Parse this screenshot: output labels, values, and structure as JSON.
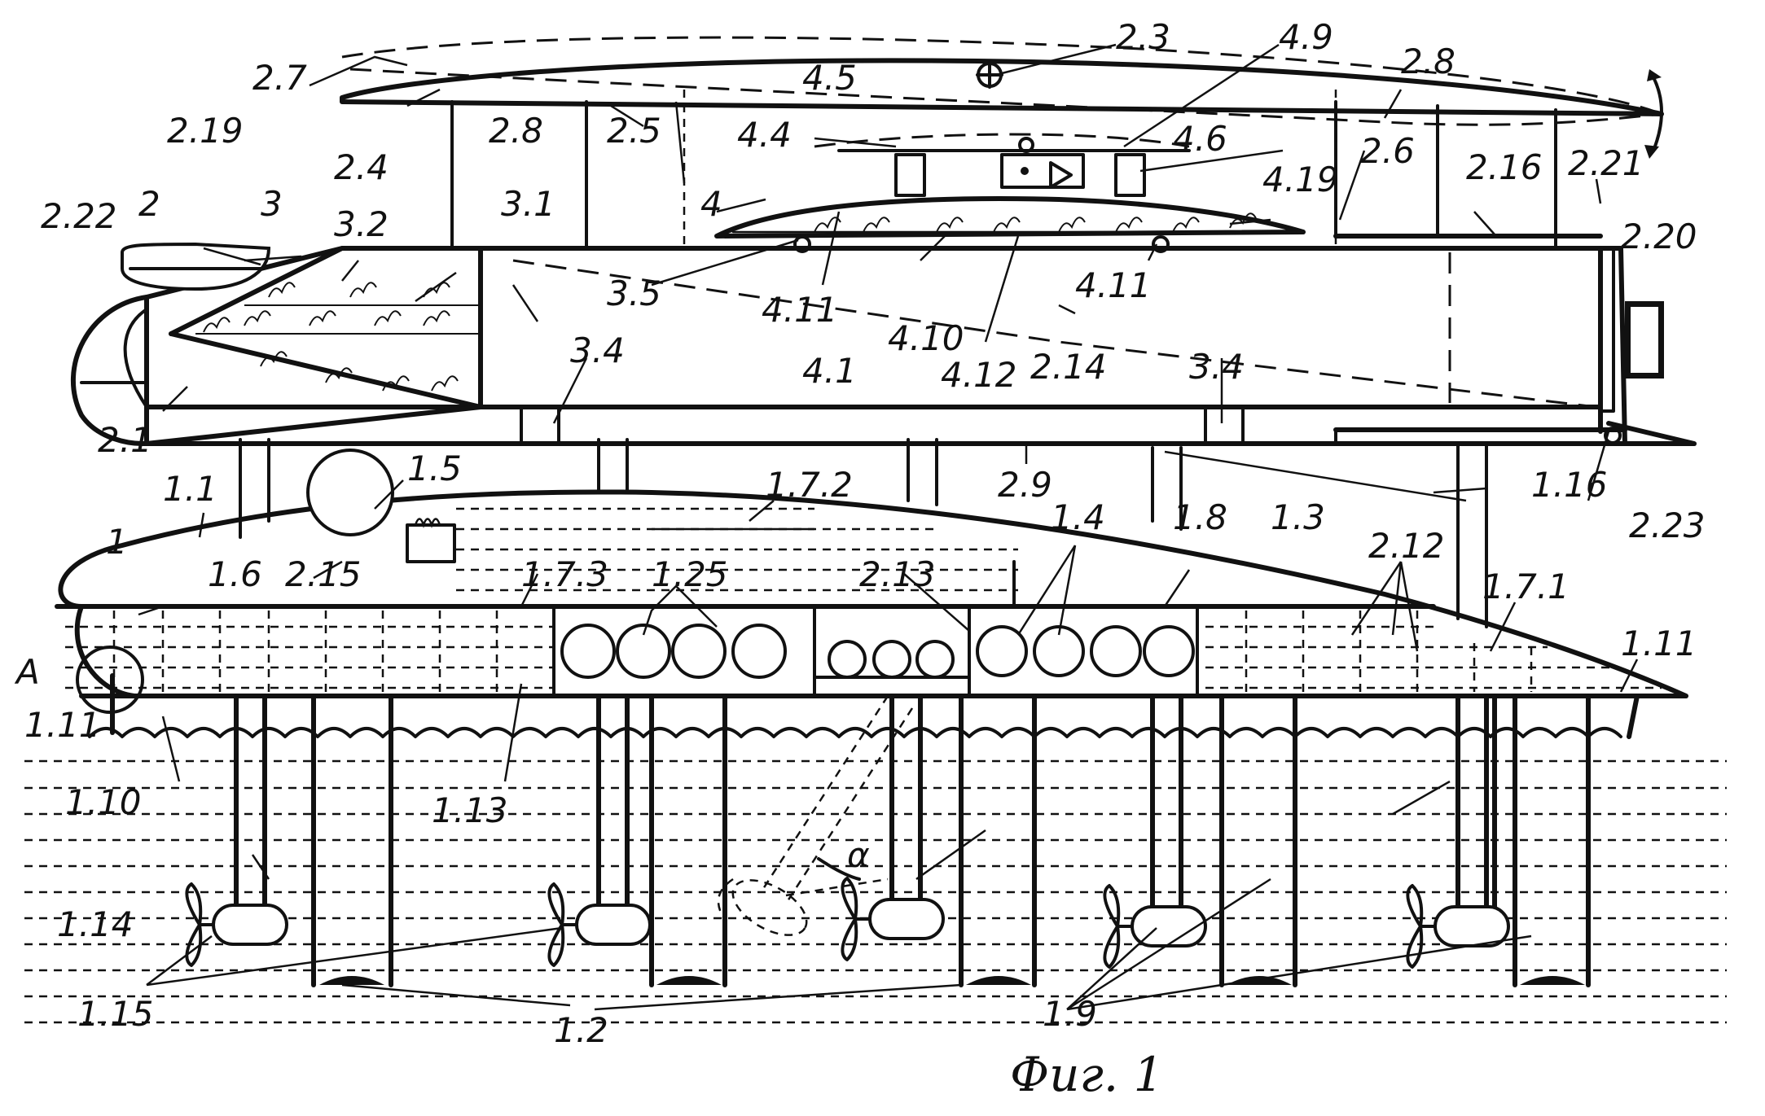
{
  "figure": {
    "caption": "Фиг. 1",
    "labels": [
      {
        "id": "l_2_3",
        "text": "2.3"
      },
      {
        "id": "l_4_9",
        "text": "4.9"
      },
      {
        "id": "l_2_8a",
        "text": "2.8"
      },
      {
        "id": "l_2_7",
        "text": "2.7"
      },
      {
        "id": "l_4_5",
        "text": "4.5"
      },
      {
        "id": "l_2_19",
        "text": "2.19"
      },
      {
        "id": "l_2_4",
        "text": "2.4"
      },
      {
        "id": "l_2_8b",
        "text": "2.8"
      },
      {
        "id": "l_2_5",
        "text": "2.5"
      },
      {
        "id": "l_4_4",
        "text": "4.4"
      },
      {
        "id": "l_4_6",
        "text": "4.6"
      },
      {
        "id": "l_2_6",
        "text": "2.6"
      },
      {
        "id": "l_2_16",
        "text": "2.16"
      },
      {
        "id": "l_2_21",
        "text": "2.21"
      },
      {
        "id": "l_2_22",
        "text": "2.22"
      },
      {
        "id": "l_2",
        "text": "2"
      },
      {
        "id": "l_3",
        "text": "3"
      },
      {
        "id": "l_3_2",
        "text": "3.2"
      },
      {
        "id": "l_3_1",
        "text": "3.1"
      },
      {
        "id": "l_4",
        "text": "4"
      },
      {
        "id": "l_4_19",
        "text": "4.19"
      },
      {
        "id": "l_2_20",
        "text": "2.20"
      },
      {
        "id": "l_3_5",
        "text": "3.5"
      },
      {
        "id": "l_4_11a",
        "text": "4.11"
      },
      {
        "id": "l_4_1",
        "text": "4.1"
      },
      {
        "id": "l_4_10",
        "text": "4.10"
      },
      {
        "id": "l_4_11b",
        "text": "4.11"
      },
      {
        "id": "l_4_12",
        "text": "4.12"
      },
      {
        "id": "l_2_14",
        "text": "2.14"
      },
      {
        "id": "l_3_4a",
        "text": "3.4"
      },
      {
        "id": "l_3_4b",
        "text": "3.4"
      },
      {
        "id": "l_2_1",
        "text": "2.1"
      },
      {
        "id": "l_1_1",
        "text": "1.1"
      },
      {
        "id": "l_1_5",
        "text": "1.5"
      },
      {
        "id": "l_1_7_2",
        "text": "1.7.2"
      },
      {
        "id": "l_2_9",
        "text": "2.9"
      },
      {
        "id": "l_1_16",
        "text": "1.16"
      },
      {
        "id": "l_2_23",
        "text": "2.23"
      },
      {
        "id": "l_1",
        "text": "1"
      },
      {
        "id": "l_1_6",
        "text": "1.6"
      },
      {
        "id": "l_2_15",
        "text": "2.15"
      },
      {
        "id": "l_1_7_3",
        "text": "1.7.3"
      },
      {
        "id": "l_1_25",
        "text": "1.25"
      },
      {
        "id": "l_2_13",
        "text": "2.13"
      },
      {
        "id": "l_1_4",
        "text": "1.4"
      },
      {
        "id": "l_1_8",
        "text": "1.8"
      },
      {
        "id": "l_1_3",
        "text": "1.3"
      },
      {
        "id": "l_2_12",
        "text": "2.12"
      },
      {
        "id": "l_1_7_1",
        "text": "1.7.1"
      },
      {
        "id": "l_A",
        "text": "A"
      },
      {
        "id": "l_1_11a",
        "text": "1.11"
      },
      {
        "id": "l_1_11b",
        "text": "1.11"
      },
      {
        "id": "l_1_10",
        "text": "1.10"
      },
      {
        "id": "l_1_13",
        "text": "1.13"
      },
      {
        "id": "l_alpha",
        "text": "α"
      },
      {
        "id": "l_1_14",
        "text": "1.14"
      },
      {
        "id": "l_1_15",
        "text": "1.15"
      },
      {
        "id": "l_1_2",
        "text": "1.2"
      },
      {
        "id": "l_1_9",
        "text": "1.9"
      }
    ]
  }
}
